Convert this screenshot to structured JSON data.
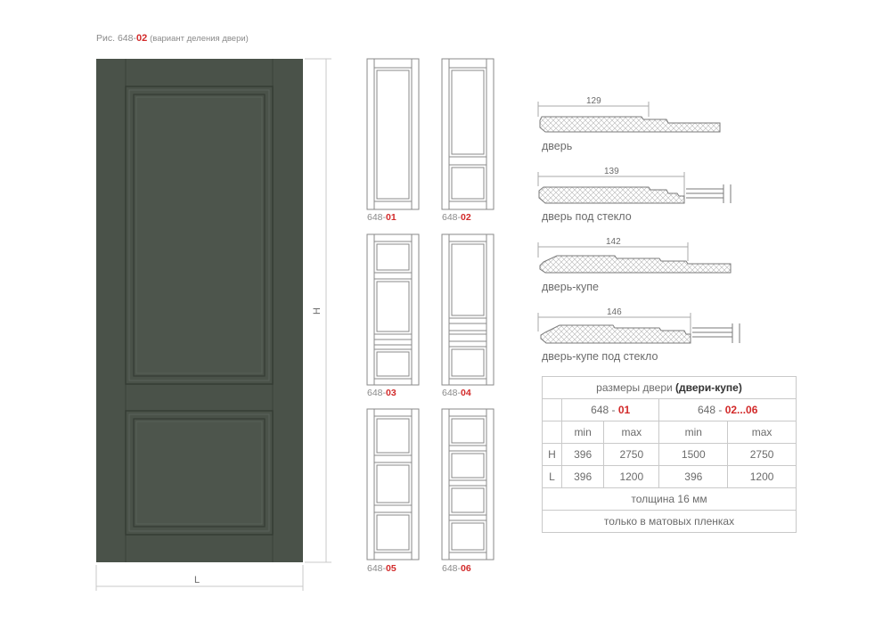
{
  "caption": {
    "prefix": "Рис. 648-",
    "code": "02",
    "note": "(вариант деления двери)"
  },
  "dimensions": {
    "height_label": "H",
    "width_label": "L"
  },
  "colors": {
    "door": "#4a5249",
    "door_dark": "#3c433b",
    "accent_red": "#d22a2a",
    "line": "#b8b8b8"
  },
  "variants": [
    {
      "prefix": "648-",
      "code": "01"
    },
    {
      "prefix": "648-",
      "code": "02"
    },
    {
      "prefix": "648-",
      "code": "03"
    },
    {
      "prefix": "648-",
      "code": "04"
    },
    {
      "prefix": "648-",
      "code": "05"
    },
    {
      "prefix": "648-",
      "code": "06"
    }
  ],
  "profiles": [
    {
      "label": "дверь",
      "dimension": "129"
    },
    {
      "label": "дверь под стекло",
      "dimension": "139"
    },
    {
      "label": "дверь-купе",
      "dimension": "142"
    },
    {
      "label": "дверь-купе под стекло",
      "dimension": "146"
    }
  ],
  "size_table": {
    "title_plain": "размеры двери ",
    "title_bold": "(двери-купе)",
    "group1": {
      "prefix": "648 - ",
      "code": "01"
    },
    "group2": {
      "prefix": "648 - ",
      "code": "02...06"
    },
    "col_min": "min",
    "col_max": "max",
    "rows": [
      {
        "label": "H",
        "v1": "396",
        "v2": "2750",
        "v3": "1500",
        "v4": "2750"
      },
      {
        "label": "L",
        "v1": "396",
        "v2": "1200",
        "v3": "396",
        "v4": "1200"
      }
    ],
    "thickness": "толщина 16 мм",
    "finish": "только в матовых пленках"
  }
}
